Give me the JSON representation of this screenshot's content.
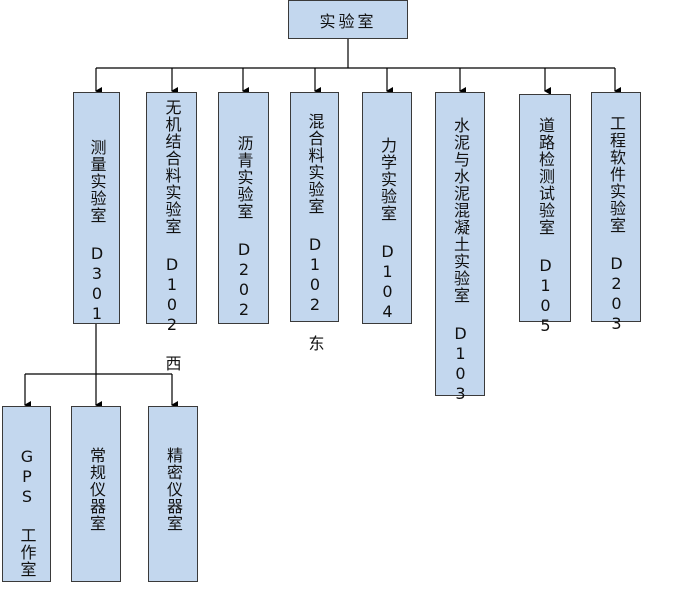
{
  "root": {
    "label": "实验室"
  },
  "labs": [
    {
      "label": "测量实验室 D301"
    },
    {
      "label": "无机结合料实验室 D102 西"
    },
    {
      "label": "沥青实验室 D202"
    },
    {
      "label": "混合料实验室 D102 东"
    },
    {
      "label": "力学实验室 D104"
    },
    {
      "label": "水泥与水泥混凝土实验室 D103"
    },
    {
      "label": "道路检测试验室 D105"
    },
    {
      "label": "工程软件实验室 D203"
    }
  ],
  "sub_rooms": [
    {
      "label": "GPS 工作室"
    },
    {
      "label": "常规仪器室"
    },
    {
      "label": "精密仪器室"
    }
  ],
  "colors": {
    "box_fill": "#c3d7ee",
    "line": "#000000"
  }
}
